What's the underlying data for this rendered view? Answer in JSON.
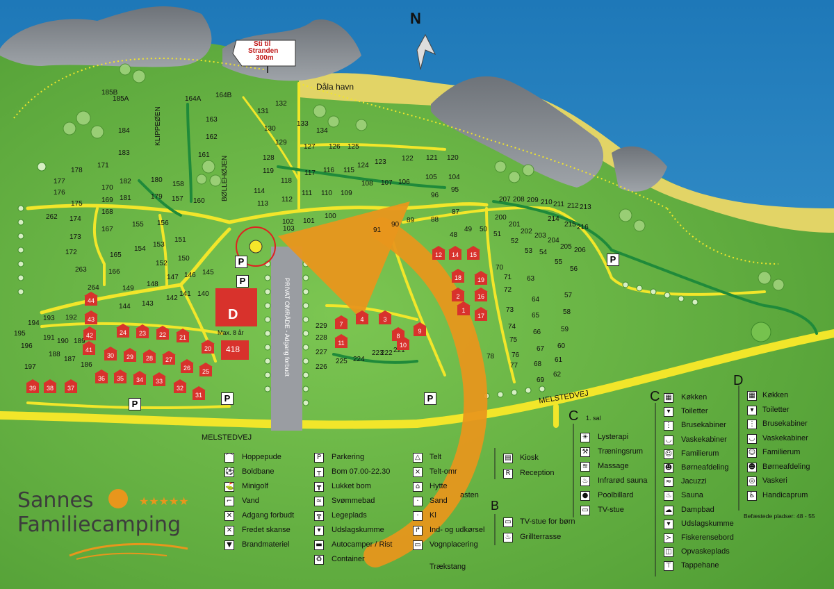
{
  "compass": {
    "label": "N"
  },
  "signpost": {
    "line1": "Sti til",
    "line2": "Stranden",
    "line3": "300m"
  },
  "place_labels": {
    "dala_havn": "Dåla havn",
    "klippeøen": "KLIPPEØEN",
    "bøllehøjen": "BØLLEHØJEN",
    "privat_omraade": "PRIVAT OMRÅDE - Adgang forbudt",
    "melstedvej_left": "MELSTEDVEJ",
    "melstedvej_right": "MELSTEDVEJ",
    "max_age": "Max. 8 år",
    "building_d": "D",
    "building_418": "418"
  },
  "pitch_numbers": [
    "185B",
    "185A",
    "164A",
    "164B",
    "184",
    "183",
    "178",
    "171",
    "177",
    "176",
    "175",
    "170",
    "169",
    "168",
    "167",
    "174",
    "173",
    "172",
    "163",
    "162",
    "161",
    "160",
    "158",
    "157",
    "156",
    "155",
    "182",
    "181",
    "180",
    "179",
    "131",
    "130",
    "129",
    "128",
    "127",
    "126",
    "125",
    "124",
    "123",
    "122",
    "121",
    "120",
    "132",
    "133",
    "134",
    "119",
    "118",
    "117",
    "116",
    "115",
    "114",
    "113",
    "112",
    "111",
    "110",
    "109",
    "108",
    "107",
    "106",
    "105",
    "104",
    "103",
    "102",
    "101",
    "100",
    "96",
    "95",
    "87",
    "91",
    "90",
    "89",
    "88",
    "48",
    "49",
    "50",
    "51",
    "52",
    "53",
    "54",
    "55",
    "56",
    "57",
    "58",
    "59",
    "60",
    "61",
    "62",
    "63",
    "64",
    "65",
    "66",
    "67",
    "68",
    "69",
    "70",
    "71",
    "72",
    "73",
    "74",
    "75",
    "76",
    "77",
    "78",
    "150",
    "151",
    "152",
    "153",
    "154",
    "149",
    "148",
    "147",
    "146",
    "145",
    "144",
    "143",
    "142",
    "141",
    "140",
    "166",
    "165",
    "195",
    "196",
    "197",
    "192",
    "193",
    "194",
    "191",
    "190",
    "189",
    "188",
    "187",
    "186",
    "229",
    "228",
    "227",
    "226",
    "225",
    "224",
    "223",
    "222",
    "221",
    "200",
    "201",
    "202",
    "203",
    "204",
    "205",
    "206",
    "207",
    "208",
    "209",
    "210",
    "211",
    "212",
    "213",
    "214",
    "215",
    "216",
    "262",
    "263",
    "264"
  ],
  "hut_numbers": [
    "44",
    "43",
    "42",
    "41",
    "39",
    "38",
    "37",
    "36",
    "35",
    "34",
    "33",
    "32",
    "31",
    "30",
    "29",
    "28",
    "27",
    "26",
    "25",
    "24",
    "23",
    "22",
    "21",
    "20",
    "12",
    "14",
    "15",
    "16",
    "17",
    "18",
    "19",
    "11",
    "10",
    "9",
    "8",
    "7",
    "4",
    "3",
    "2",
    "1"
  ],
  "legend_col1": [
    {
      "icon": "hoppepude-icon",
      "label": "Hoppepude"
    },
    {
      "icon": "boldbane-icon",
      "label": "Boldbane"
    },
    {
      "icon": "minigolf-icon",
      "label": "Minigolf"
    },
    {
      "icon": "vand-icon",
      "label": "Vand"
    },
    {
      "icon": "adgang-forbudt-icon",
      "label": "Adgang forbudt"
    },
    {
      "icon": "fredet-skanse-icon",
      "label": "Fredet skanse"
    },
    {
      "icon": "brandmateriel-icon",
      "label": "Brandmateriel"
    }
  ],
  "legend_col2": [
    {
      "icon": "parkering-icon",
      "label": "Parkering"
    },
    {
      "icon": "bom-icon",
      "label": "Bom 07.00-22.30"
    },
    {
      "icon": "lukket-bom-icon",
      "label": "Lukket bom"
    },
    {
      "icon": "svommebad-icon",
      "label": "Svømmebad"
    },
    {
      "icon": "legeplads-icon",
      "label": "Legeplads"
    },
    {
      "icon": "udslagskumme-icon",
      "label": "Udslagskumme"
    },
    {
      "icon": "autocamper-icon",
      "label": "Autocamper / Rist"
    },
    {
      "icon": "container-icon",
      "label": "Container"
    }
  ],
  "legend_col3": [
    {
      "icon": "telt-icon",
      "label": "Telt"
    },
    {
      "icon": "telt-omraade-icon",
      "label": "Telt-omr"
    },
    {
      "icon": "hytte-icon",
      "label": "Hytte"
    },
    {
      "icon": "sand-icon",
      "label": "Sand"
    },
    {
      "icon": "kl-icon",
      "label": "Kl"
    },
    {
      "icon": "ind-udkorsel-icon",
      "label": "Ind- og udkørsel"
    },
    {
      "icon": "vognplacering-icon",
      "label": "Vognplacering"
    }
  ],
  "legend_col3_extra": {
    "sand_tail": "asten",
    "traekstang": "Trækstang"
  },
  "legend_a": [
    {
      "icon": "kiosk-icon",
      "label": "Kiosk"
    },
    {
      "icon": "reception-icon",
      "label": "Reception"
    }
  ],
  "legend_b": {
    "letter": "B",
    "items": [
      {
        "icon": "tv-icon",
        "label": "TV-stue for børn"
      },
      {
        "icon": "grill-icon",
        "label": "Grillterrasse"
      }
    ]
  },
  "legend_c1": {
    "letter": "C",
    "sub": "1. sal",
    "items": [
      {
        "icon": "lysterapi-icon",
        "label": "Lysterapi"
      },
      {
        "icon": "traeningsrum-icon",
        "label": "Træningsrum"
      },
      {
        "icon": "massage-icon",
        "label": "Massage"
      },
      {
        "icon": "sauna-icon",
        "label": "Infrarød sauna"
      },
      {
        "icon": "poolbillard-icon",
        "label": "Poolbillard"
      },
      {
        "icon": "tv-icon",
        "label": "TV-stue"
      }
    ]
  },
  "legend_c": {
    "letter": "C",
    "items": [
      {
        "icon": "kokken-icon",
        "label": "Køkken"
      },
      {
        "icon": "toilet-icon",
        "label": "Toiletter"
      },
      {
        "icon": "bruser-icon",
        "label": "Brusekabiner"
      },
      {
        "icon": "vask-icon",
        "label": "Vaskekabiner"
      },
      {
        "icon": "familie-icon",
        "label": "Familierum"
      },
      {
        "icon": "born-icon",
        "label": "Børneafdeling"
      },
      {
        "icon": "jacuzzi-icon",
        "label": "Jacuzzi"
      },
      {
        "icon": "sauna-icon",
        "label": "Sauna"
      },
      {
        "icon": "dampbad-icon",
        "label": "Dampbad"
      },
      {
        "icon": "udslagskumme-icon",
        "label": "Udslagskumme"
      },
      {
        "icon": "fisk-icon",
        "label": "Fiskerensebord"
      },
      {
        "icon": "opvask-icon",
        "label": "Opvaskeplads"
      },
      {
        "icon": "tap-icon",
        "label": "Tappehane"
      }
    ]
  },
  "legend_d": {
    "letter": "D",
    "items": [
      {
        "icon": "kokken-icon",
        "label": "Køkken"
      },
      {
        "icon": "toilet-icon",
        "label": "Toiletter"
      },
      {
        "icon": "bruser-icon",
        "label": "Brusekabiner"
      },
      {
        "icon": "vask-icon",
        "label": "Vaskekabiner"
      },
      {
        "icon": "familie-icon",
        "label": "Familierum"
      },
      {
        "icon": "born-icon",
        "label": "Børneafdeling"
      },
      {
        "icon": "vaskeri-icon",
        "label": "Vaskeri"
      },
      {
        "icon": "handicap-icon",
        "label": "Handicaprum"
      }
    ]
  },
  "paved_note": "Befæstede pladser: 48 - 55",
  "brand": {
    "line1": "Sannes",
    "line2": "Familiecamping",
    "stars": "★★★★★"
  },
  "colors": {
    "sea": "#2a86c4",
    "grass": "#5aa83c",
    "road": "#f2e62a",
    "path_green": "#1f8a3a",
    "hut": "#d8322c",
    "arrow": "#e8961c",
    "rock": "#8a8f96"
  }
}
